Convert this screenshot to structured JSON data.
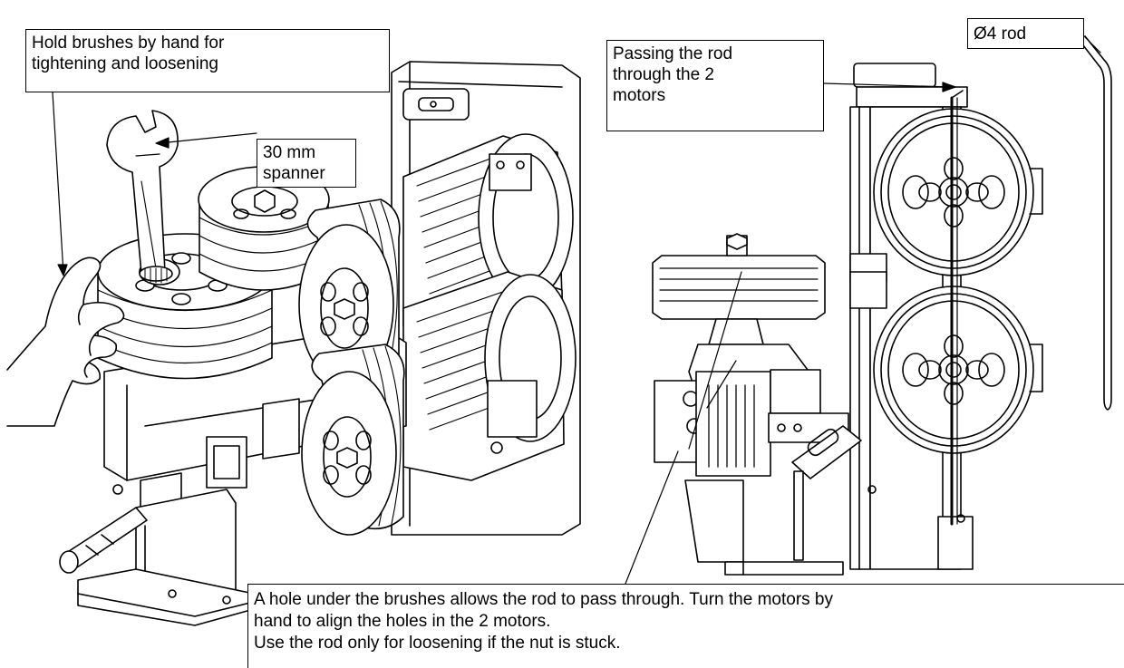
{
  "diagram": {
    "callouts": {
      "hold_brushes": [
        "Hold brushes by hand for",
        "tightening and loosening"
      ],
      "spanner": [
        "30 mm",
        "spanner"
      ],
      "passing_rod": [
        "Passing the rod",
        "through the 2",
        "motors"
      ],
      "rod": [
        "Ø4 rod"
      ],
      "hole_note": [
        "A hole under the brushes allows the rod to pass through. Turn the motors by",
        "hand to align the holes in the 2 motors.",
        "Use the rod only for loosening if the nut is stuck."
      ]
    },
    "colors": {
      "ink": "#000000",
      "paper": "#ffffff",
      "hatch": "#333333"
    },
    "icons": [
      "spanner-icon",
      "hand-icon",
      "brush-icon",
      "motor-icon",
      "rod-icon"
    ]
  }
}
